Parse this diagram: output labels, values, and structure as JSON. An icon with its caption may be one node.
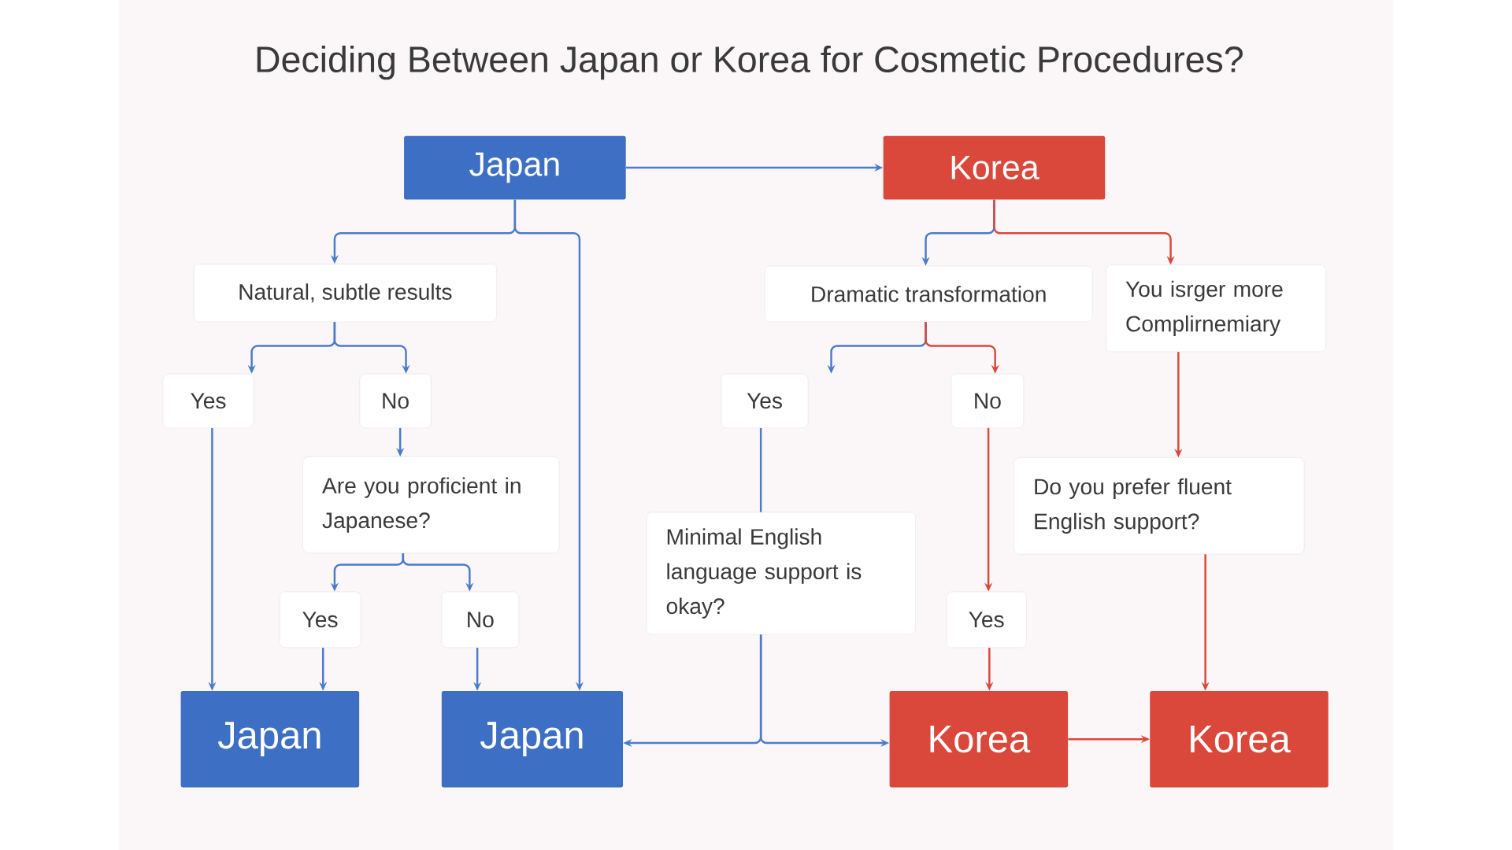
{
  "diagram": {
    "title": "Deciding Between Japan or Korea for Cosmetic Procedures?",
    "nodes": [
      {
        "text": [
          "Japan"
        ]
      },
      {
        "text": [
          "Korea"
        ]
      },
      {
        "text": [
          "Natural, subtle results"
        ]
      },
      {
        "text": [
          "Dramatic transformation"
        ]
      },
      {
        "text": [
          "You isrger more Complirnemiary"
        ]
      },
      {
        "text": [
          "Yes"
        ]
      },
      {
        "text": [
          "No"
        ]
      },
      {
        "text": [
          "Yes"
        ]
      },
      {
        "text": [
          "No"
        ]
      },
      {
        "text": [
          "Are you proficient in Japanese?"
        ]
      },
      {
        "text": [
          "Do you prefer fluent English support?"
        ]
      },
      {
        "text": [
          "Minimal English language support is okay?"
        ]
      },
      {
        "text": [
          "Yes"
        ]
      },
      {
        "text": [
          "No"
        ]
      },
      {
        "text": [
          "Yes"
        ]
      },
      {
        "text": [
          "Japan"
        ]
      },
      {
        "text": [
          "Japan"
        ]
      },
      {
        "text": [
          "Korea"
        ]
      },
      {
        "text": [
          "Korea"
        ]
      }
    ],
    "edges": [
      {
        "from": 0,
        "to": 1,
        "arrow": "to"
      },
      {
        "from": 0,
        "to": 2,
        "arrow": "to"
      },
      {
        "from": 0,
        "to": 16,
        "arrow": "to"
      },
      {
        "from": 2,
        "to": 5,
        "arrow": "to"
      },
      {
        "from": 2,
        "to": 6,
        "arrow": "to"
      },
      {
        "from": 6,
        "to": 9,
        "arrow": "to"
      },
      {
        "from": 5,
        "to": 15,
        "arrow": "to"
      },
      {
        "from": 9,
        "to": 12,
        "arrow": "to"
      },
      {
        "from": 9,
        "to": 13,
        "arrow": "to"
      },
      {
        "from": 12,
        "to": 15,
        "arrow": "to"
      },
      {
        "from": 13,
        "to": 16,
        "arrow": "to"
      },
      {
        "from": 1,
        "to": 3,
        "arrow": "to"
      },
      {
        "from": 1,
        "to": 4,
        "arrow": "to",
        "color": "#d9483b"
      },
      {
        "from": 3,
        "to": 7,
        "arrow": "to"
      },
      {
        "from": 3,
        "to": 8,
        "arrow": "to",
        "color": "#d9483b"
      },
      {
        "from": 8,
        "to": 14,
        "arrow": "to",
        "color": "#d9483b"
      },
      {
        "from": 14,
        "to": 17,
        "arrow": "to",
        "color": "#d9483b"
      },
      {
        "from": 4,
        "to": 10,
        "arrow": "to",
        "color": "#d9483b"
      },
      {
        "from": 10,
        "to": 18,
        "arrow": "to",
        "color": "#d9483b"
      },
      {
        "from": 7,
        "to": 11,
        "arrow": "none"
      },
      {
        "from": 11,
        "to": 16,
        "arrow": "to"
      },
      {
        "from": 11,
        "to": 17,
        "arrow": "to"
      },
      {
        "from": 17,
        "to": 18,
        "arrow": "to",
        "color": "#d9483b"
      }
    ]
  }
}
